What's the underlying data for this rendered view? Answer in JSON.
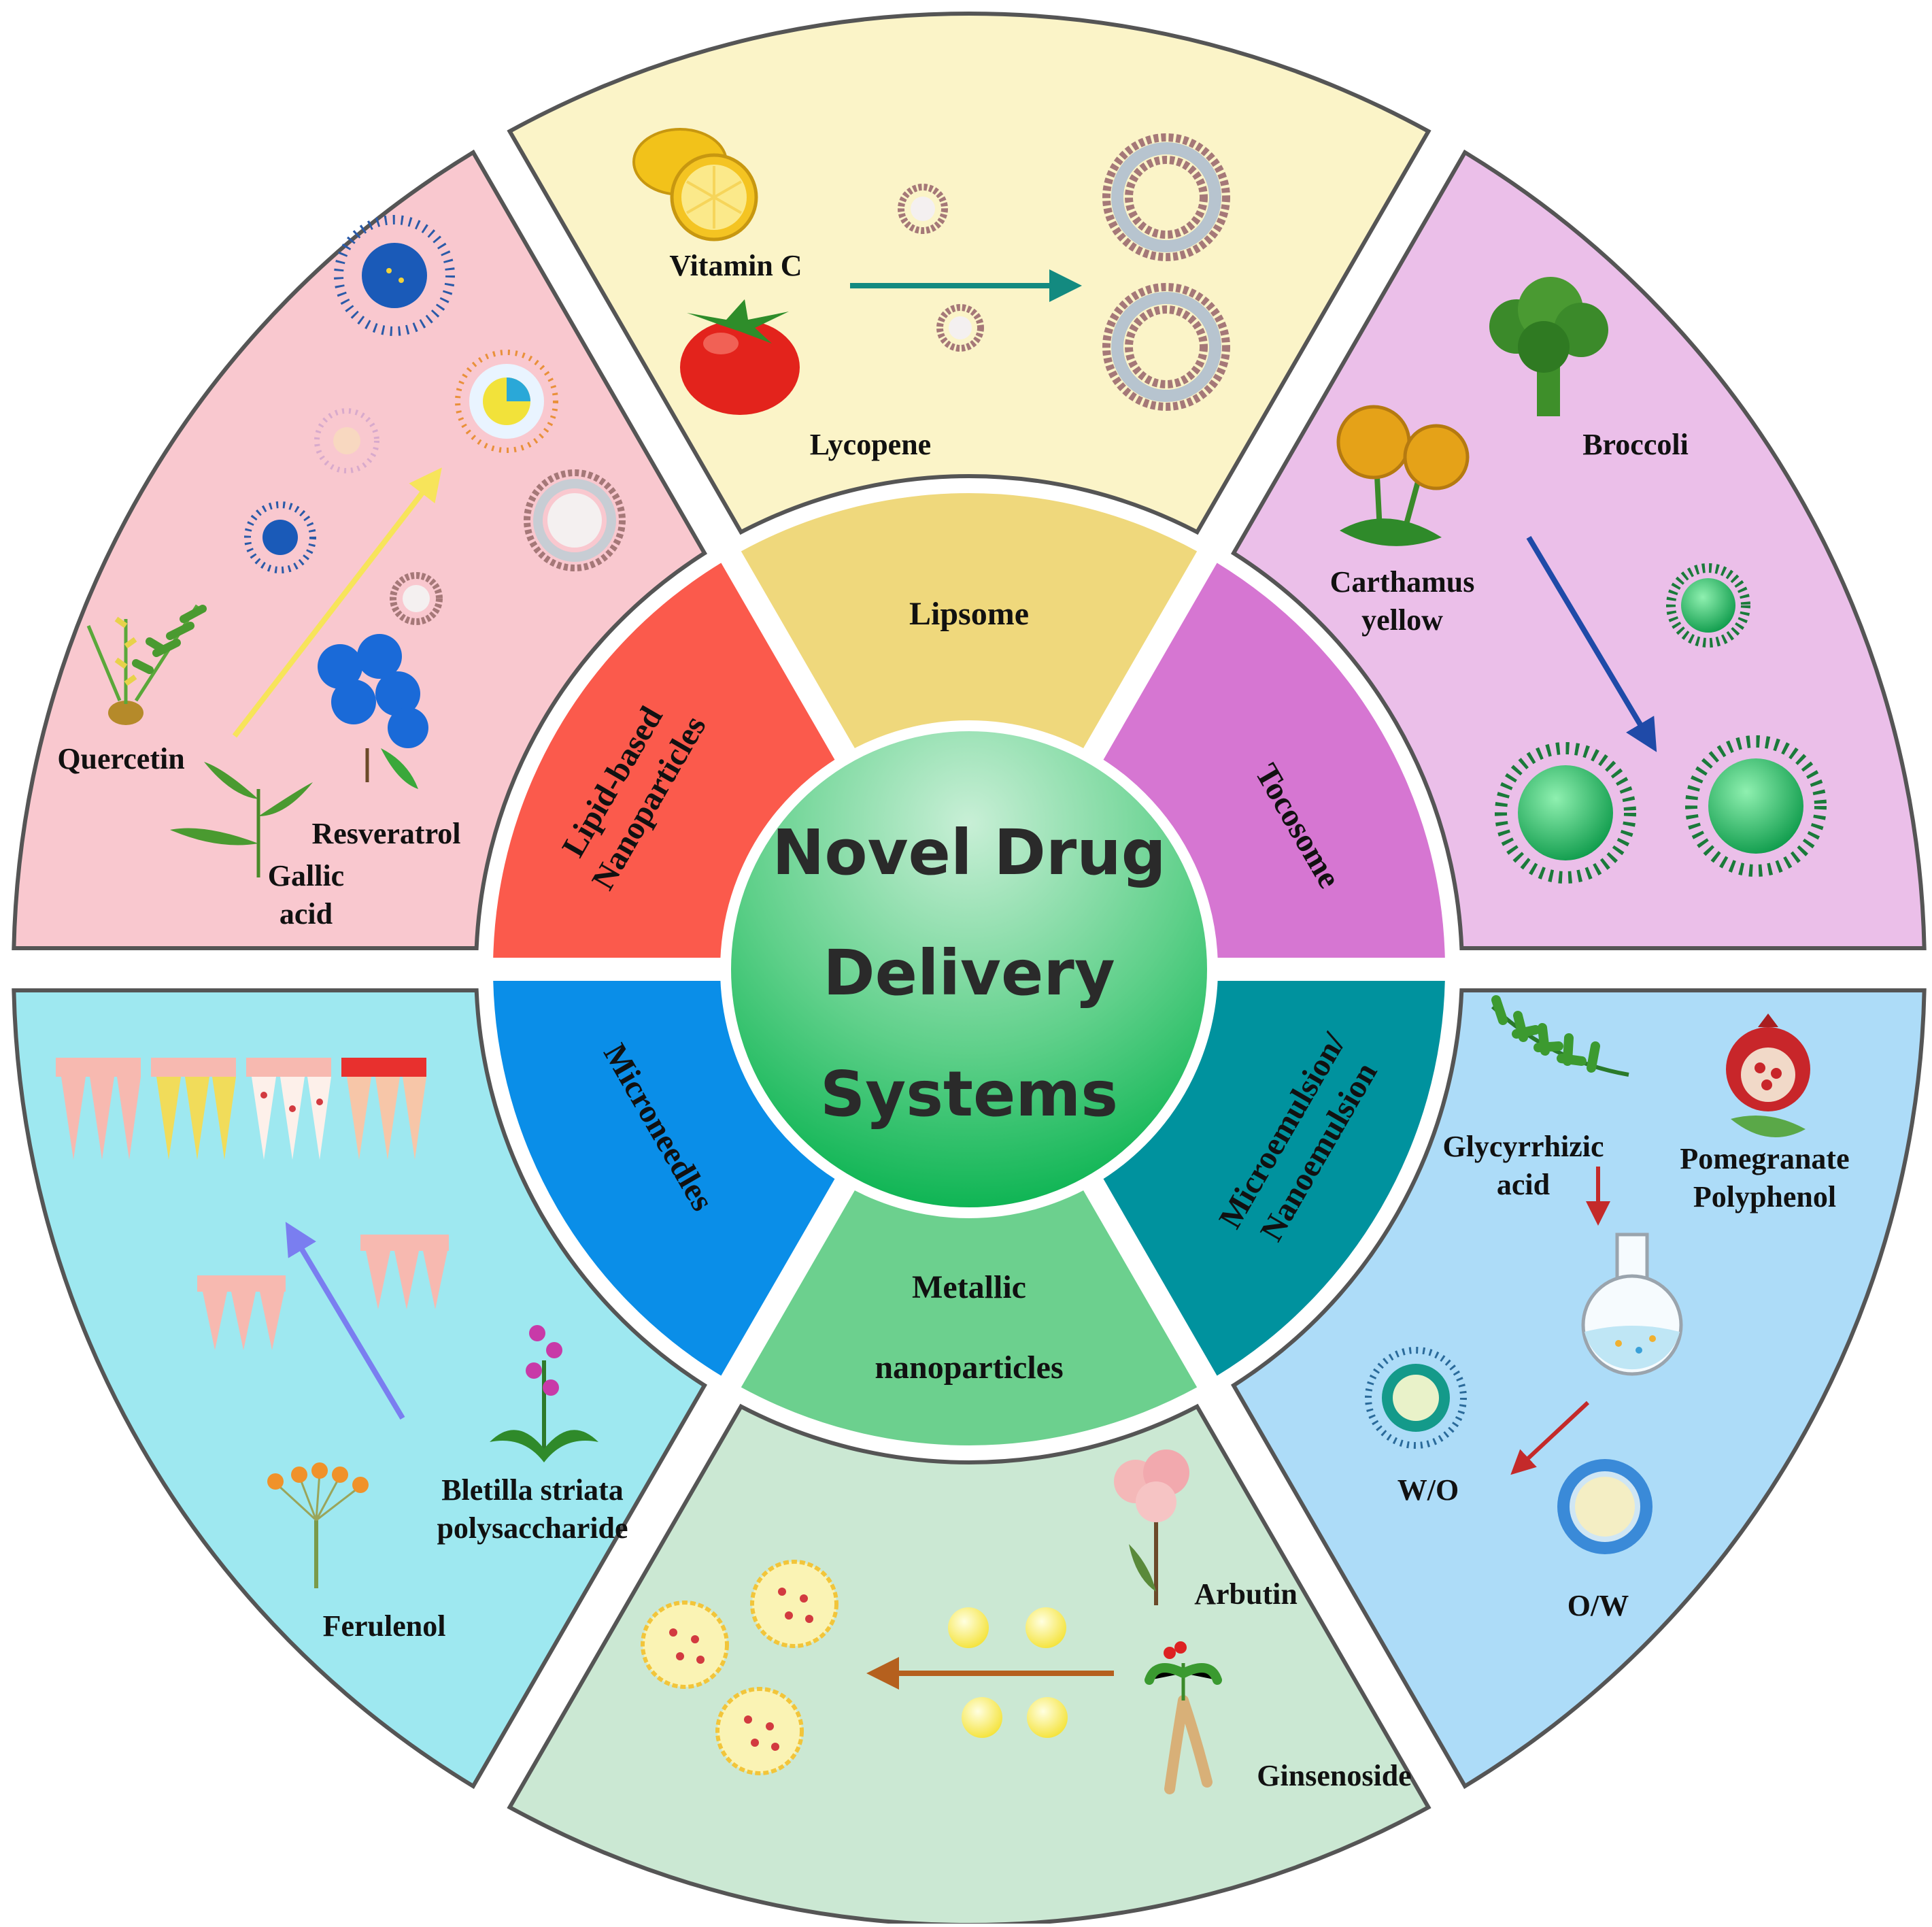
{
  "center": {
    "lines": [
      "Novel Drug",
      "Delivery",
      "Systems"
    ]
  },
  "inner_labels": {
    "lipsome": "Lipsome",
    "tocosome": "Tocosome",
    "micro_nano_1": "Microemulsion/",
    "micro_nano_2": "Nanoemulsion",
    "metallic_1": "Metallic",
    "metallic_2": "nanoparticles",
    "microneedles": "Microneedles",
    "lipid_1": "Lipid-based",
    "lipid_2": "Nanoparticles"
  },
  "outer_labels": {
    "vitamin_c": "Vitamin C",
    "lycopene": "Lycopene",
    "broccoli": "Broccoli",
    "carthamus_1": "Carthamus",
    "carthamus_2": "yellow",
    "glycyrrhizic_1": "Glycyrrhizic",
    "glycyrrhizic_2": "acid",
    "pomegranate_1": "Pomegranate",
    "pomegranate_2": "Polyphenol",
    "wo": "W/O",
    "ow": "O/W",
    "arbutin": "Arbutin",
    "ginsenoside": "Ginsenoside",
    "bletilla_1": "Bletilla striata",
    "bletilla_2": "polysaccharide",
    "ferulenol": "Ferulenol",
    "quercetin": "Quercetin",
    "resveratrol": "Resveratrol",
    "gallic_1": "Gallic",
    "gallic_2": "acid"
  },
  "colors": {
    "lipsome_inner": "#efd87c",
    "tocosome_inner": "#d676d2",
    "micro_inner": "#00929e",
    "metallic_inner": "#6cd08e",
    "microneedles_inner": "#0a8ee8",
    "lipid_inner": "#fb5a4c",
    "top_outer": "#fbf4c8",
    "upper_right_outer": "#ebbfe9",
    "lower_right_outer": "#addcf8",
    "bottom_outer": "#cbe8d3",
    "lower_left_outer": "#9ee8f0",
    "upper_left_outer": "#f9c8cf",
    "center_top": "#b9e9c9",
    "center_bottom": "#00b44a"
  }
}
